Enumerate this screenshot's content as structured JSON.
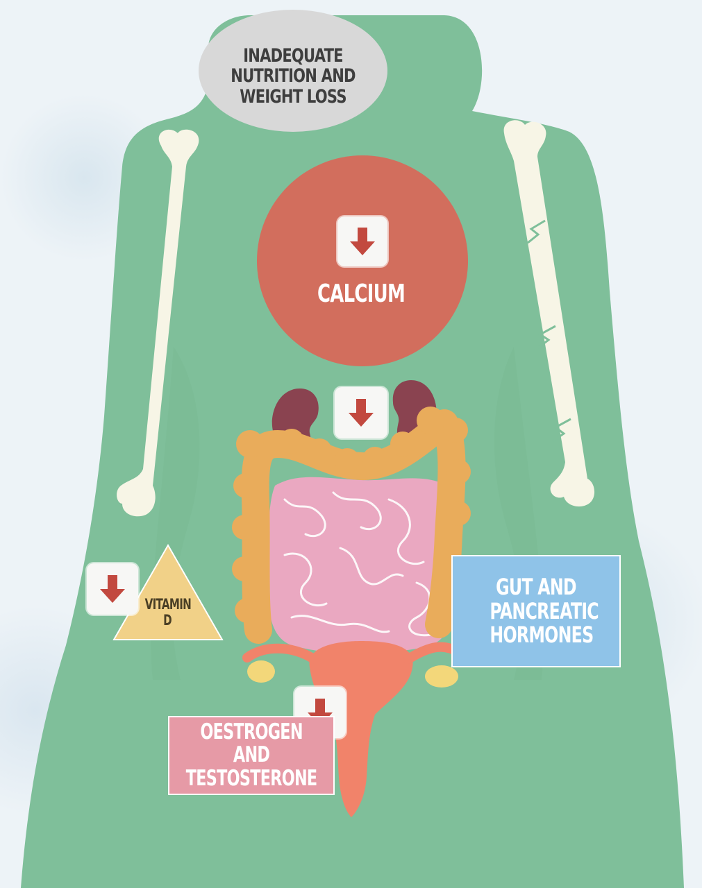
{
  "title_bubble": {
    "text": "Inadequate nutrition and weight loss"
  },
  "calcium": {
    "label": "CALCIUM",
    "trend": "decrease"
  },
  "kidney_arrow": {
    "trend": "decrease"
  },
  "vitamin_d": {
    "label_line1": "VITAMIN",
    "label_line2": "D",
    "trend": "decrease"
  },
  "gut_hormones": {
    "label": "GUT AND PANCREATIC HORMONES"
  },
  "sex_hormones": {
    "label": "OESTROGEN AND TESTOSTERONE",
    "trend": "decrease"
  },
  "colors": {
    "body": "#7fbf9a",
    "bone": "#f7f5e6",
    "calcium_circle": "#d26e5d",
    "arrow": "#c2493f",
    "gut_box": "#8fc3e8",
    "hormone_box": "#e69aa6",
    "vitamin_triangle": "#f1d188",
    "colon": "#e9ac5b",
    "intestine": "#eaa8c1",
    "kidney": "#8a4350",
    "uterus": "#f1836a",
    "ovary": "#f3d77a",
    "title_bubble": "#d8d8d8"
  },
  "icons": [
    "down-arrow-icon",
    "bone-icon",
    "kidney-icon",
    "intestine-icon",
    "colon-icon",
    "uterus-icon",
    "ovary-icon",
    "fracture-icon"
  ]
}
